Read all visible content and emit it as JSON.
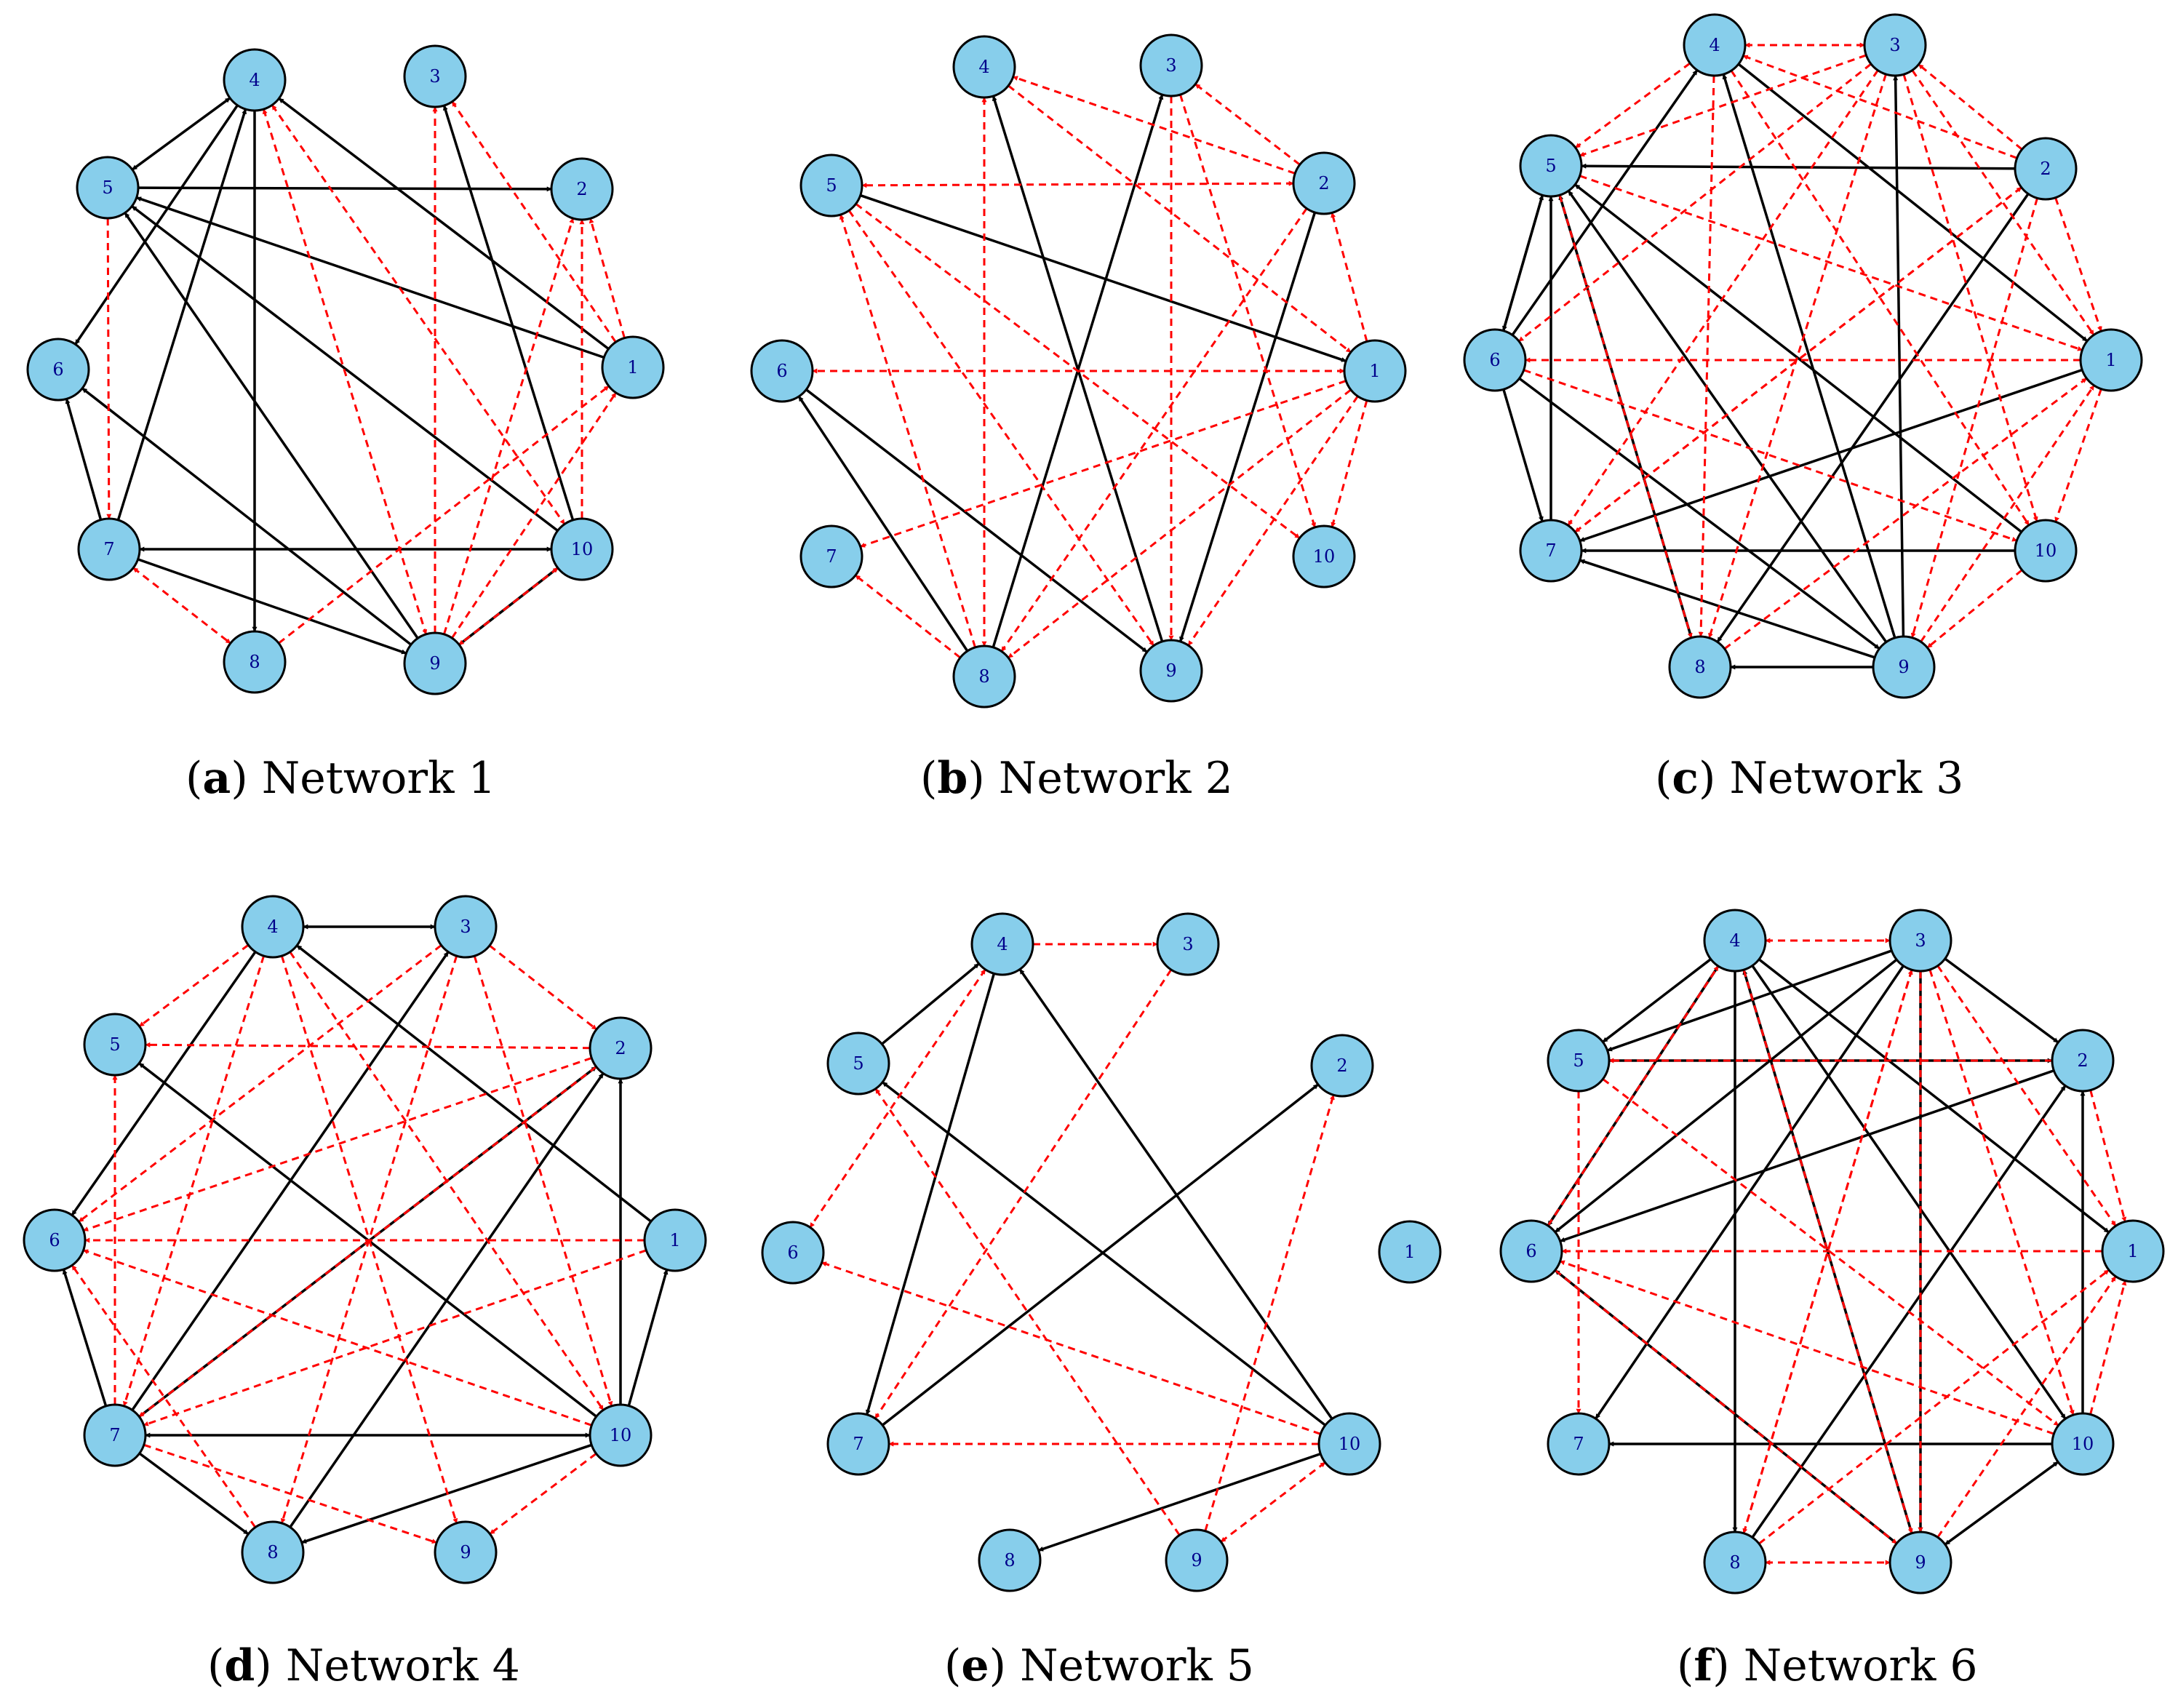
{
  "colors": {
    "node_fill": "#87ceeb",
    "node_label": "#00008b",
    "solid_edge": "#000000",
    "dashed_edge": "#ff0000"
  },
  "panels": [
    {
      "tag": "a",
      "caption": "Network 1",
      "nodes": [
        "1",
        "2",
        "3",
        "4",
        "5",
        "6",
        "7",
        "8",
        "9",
        "10"
      ],
      "solid": [
        [
          "5",
          "4",
          "both"
        ],
        [
          "4",
          "6",
          "fwd"
        ],
        [
          "7",
          "4",
          "fwd"
        ],
        [
          "4",
          "8",
          "fwd"
        ],
        [
          "1",
          "4",
          "fwd"
        ],
        [
          "5",
          "2",
          "fwd"
        ],
        [
          "1",
          "5",
          "fwd"
        ],
        [
          "10",
          "5",
          "fwd"
        ],
        [
          "9",
          "5",
          "fwd"
        ],
        [
          "10",
          "3",
          "fwd"
        ],
        [
          "7",
          "6",
          "fwd"
        ],
        [
          "9",
          "6",
          "fwd"
        ],
        [
          "7",
          "9",
          "fwd"
        ],
        [
          "7",
          "10",
          "both"
        ],
        [
          "9",
          "10",
          "fwd"
        ]
      ],
      "dashed": [
        [
          "4",
          "9",
          "both"
        ],
        [
          "4",
          "10",
          "both"
        ],
        [
          "5",
          "7",
          "fwd"
        ],
        [
          "9",
          "3",
          "fwd"
        ],
        [
          "1",
          "3",
          "fwd"
        ],
        [
          "1",
          "2",
          "fwd"
        ],
        [
          "10",
          "2",
          "fwd"
        ],
        [
          "9",
          "2",
          "fwd"
        ],
        [
          "8",
          "1",
          "fwd"
        ],
        [
          "9",
          "1",
          "fwd"
        ],
        [
          "7",
          "8",
          "both"
        ],
        [
          "10",
          "9",
          "both"
        ]
      ]
    },
    {
      "tag": "b",
      "caption": "Network 2",
      "nodes": [
        "1",
        "2",
        "3",
        "4",
        "5",
        "6",
        "7",
        "8",
        "9",
        "10"
      ],
      "solid": [
        [
          "5",
          "1",
          "fwd"
        ],
        [
          "8",
          "3",
          "fwd"
        ],
        [
          "9",
          "4",
          "fwd"
        ],
        [
          "8",
          "6",
          "fwd"
        ],
        [
          "6",
          "9",
          "fwd"
        ],
        [
          "2",
          "9",
          "fwd"
        ]
      ],
      "dashed": [
        [
          "2",
          "4",
          "fwd"
        ],
        [
          "2",
          "3",
          "fwd"
        ],
        [
          "2",
          "5",
          "both"
        ],
        [
          "1",
          "6",
          "both"
        ],
        [
          "1",
          "2",
          "fwd"
        ],
        [
          "1",
          "10",
          "fwd"
        ],
        [
          "1",
          "9",
          "fwd"
        ],
        [
          "1",
          "8",
          "fwd"
        ],
        [
          "1",
          "7",
          "fwd"
        ],
        [
          "4",
          "8",
          "both"
        ],
        [
          "8",
          "5",
          "fwd"
        ],
        [
          "8",
          "7",
          "fwd"
        ],
        [
          "5",
          "9",
          "fwd"
        ],
        [
          "5",
          "10",
          "fwd"
        ],
        [
          "3",
          "10",
          "fwd"
        ],
        [
          "4",
          "1",
          "fwd"
        ],
        [
          "3",
          "9",
          "fwd"
        ],
        [
          "2",
          "8",
          "fwd"
        ]
      ]
    },
    {
      "tag": "c",
      "caption": "Network 3",
      "nodes": [
        "1",
        "2",
        "3",
        "4",
        "5",
        "6",
        "7",
        "8",
        "9",
        "10"
      ],
      "solid": [
        [
          "4",
          "1",
          "fwd"
        ],
        [
          "6",
          "4",
          "fwd"
        ],
        [
          "2",
          "5",
          "fwd"
        ],
        [
          "2",
          "8",
          "fwd"
        ],
        [
          "9",
          "3",
          "fwd"
        ],
        [
          "9",
          "4",
          "fwd"
        ],
        [
          "6",
          "5",
          "fwd"
        ],
        [
          "7",
          "5",
          "fwd"
        ],
        [
          "8",
          "5",
          "fwd"
        ],
        [
          "9",
          "5",
          "fwd"
        ],
        [
          "10",
          "5",
          "fwd"
        ],
        [
          "5",
          "6",
          "fwd"
        ],
        [
          "6",
          "7",
          "fwd"
        ],
        [
          "1",
          "7",
          "fwd"
        ],
        [
          "10",
          "7",
          "fwd"
        ],
        [
          "9",
          "7",
          "fwd"
        ],
        [
          "6",
          "9",
          "fwd"
        ],
        [
          "9",
          "8",
          "fwd"
        ]
      ],
      "dashed": [
        [
          "4",
          "3",
          "both"
        ],
        [
          "3",
          "5",
          "fwd"
        ],
        [
          "3",
          "6",
          "fwd"
        ],
        [
          "3",
          "7",
          "fwd"
        ],
        [
          "3",
          "8",
          "fwd"
        ],
        [
          "3",
          "1",
          "fwd"
        ],
        [
          "3",
          "10",
          "fwd"
        ],
        [
          "2",
          "3",
          "fwd"
        ],
        [
          "2",
          "4",
          "fwd"
        ],
        [
          "2",
          "1",
          "fwd"
        ],
        [
          "2",
          "7",
          "fwd"
        ],
        [
          "2",
          "9",
          "fwd"
        ],
        [
          "1",
          "6",
          "fwd"
        ],
        [
          "1",
          "10",
          "fwd"
        ],
        [
          "4",
          "8",
          "fwd"
        ],
        [
          "4",
          "10",
          "fwd"
        ],
        [
          "5",
          "1",
          "fwd"
        ],
        [
          "5",
          "8",
          "fwd"
        ],
        [
          "6",
          "10",
          "fwd"
        ],
        [
          "7",
          "2",
          "fwd"
        ],
        [
          "8",
          "1",
          "fwd"
        ],
        [
          "9",
          "1",
          "fwd"
        ],
        [
          "10",
          "9",
          "fwd"
        ],
        [
          "4",
          "5",
          "fwd"
        ]
      ]
    },
    {
      "tag": "d",
      "caption": "Network 4",
      "nodes": [
        "1",
        "2",
        "3",
        "4",
        "5",
        "6",
        "7",
        "8",
        "9",
        "10"
      ],
      "solid": [
        [
          "4",
          "3",
          "both"
        ],
        [
          "1",
          "4",
          "fwd"
        ],
        [
          "4",
          "6",
          "fwd"
        ],
        [
          "7",
          "3",
          "fwd"
        ],
        [
          "7",
          "2",
          "fwd"
        ],
        [
          "8",
          "2",
          "fwd"
        ],
        [
          "10",
          "5",
          "fwd"
        ],
        [
          "10",
          "2",
          "fwd"
        ],
        [
          "10",
          "1",
          "fwd"
        ],
        [
          "7",
          "6",
          "fwd"
        ],
        [
          "7",
          "10",
          "both"
        ],
        [
          "7",
          "8",
          "fwd"
        ],
        [
          "10",
          "8",
          "fwd"
        ]
      ],
      "dashed": [
        [
          "4",
          "5",
          "fwd"
        ],
        [
          "4",
          "10",
          "fwd"
        ],
        [
          "4",
          "9",
          "fwd"
        ],
        [
          "4",
          "7",
          "fwd"
        ],
        [
          "3",
          "2",
          "fwd"
        ],
        [
          "3",
          "6",
          "fwd"
        ],
        [
          "3",
          "10",
          "fwd"
        ],
        [
          "3",
          "8",
          "fwd"
        ],
        [
          "2",
          "5",
          "fwd"
        ],
        [
          "2",
          "6",
          "fwd"
        ],
        [
          "2",
          "7",
          "fwd"
        ],
        [
          "1",
          "6",
          "fwd"
        ],
        [
          "1",
          "7",
          "fwd"
        ],
        [
          "7",
          "5",
          "fwd"
        ],
        [
          "7",
          "9",
          "fwd"
        ],
        [
          "10",
          "6",
          "fwd"
        ],
        [
          "10",
          "9",
          "fwd"
        ],
        [
          "8",
          "6",
          "fwd"
        ]
      ]
    },
    {
      "tag": "e",
      "caption": "Network 5",
      "nodes": [
        "1",
        "2",
        "3",
        "4",
        "5",
        "6",
        "7",
        "8",
        "9",
        "10"
      ],
      "solid": [
        [
          "5",
          "4",
          "fwd"
        ],
        [
          "4",
          "7",
          "fwd"
        ],
        [
          "10",
          "4",
          "fwd"
        ],
        [
          "10",
          "5",
          "fwd"
        ],
        [
          "7",
          "2",
          "fwd"
        ],
        [
          "10",
          "8",
          "fwd"
        ]
      ],
      "dashed": [
        [
          "4",
          "3",
          "fwd"
        ],
        [
          "4",
          "6",
          "both"
        ],
        [
          "3",
          "7",
          "fwd"
        ],
        [
          "10",
          "6",
          "fwd"
        ],
        [
          "10",
          "7",
          "fwd"
        ],
        [
          "9",
          "5",
          "fwd"
        ],
        [
          "9",
          "2",
          "fwd"
        ],
        [
          "9",
          "10",
          "both"
        ]
      ]
    },
    {
      "tag": "f",
      "caption": "Network 6",
      "nodes": [
        "1",
        "2",
        "3",
        "4",
        "5",
        "6",
        "7",
        "8",
        "9",
        "10"
      ],
      "solid": [
        [
          "4",
          "1",
          "fwd"
        ],
        [
          "4",
          "5",
          "fwd"
        ],
        [
          "4",
          "6",
          "fwd"
        ],
        [
          "4",
          "8",
          "fwd"
        ],
        [
          "4",
          "10",
          "fwd"
        ],
        [
          "3",
          "2",
          "fwd"
        ],
        [
          "3",
          "5",
          "fwd"
        ],
        [
          "3",
          "6",
          "fwd"
        ],
        [
          "3",
          "7",
          "fwd"
        ],
        [
          "3",
          "9",
          "fwd"
        ],
        [
          "5",
          "2",
          "fwd"
        ],
        [
          "2",
          "6",
          "fwd"
        ],
        [
          "10",
          "2",
          "fwd"
        ],
        [
          "8",
          "2",
          "fwd"
        ],
        [
          "9",
          "4",
          "fwd"
        ],
        [
          "10",
          "7",
          "fwd"
        ],
        [
          "9",
          "6",
          "fwd"
        ],
        [
          "10",
          "9",
          "both"
        ]
      ],
      "dashed": [
        [
          "4",
          "3",
          "both"
        ],
        [
          "3",
          "1",
          "fwd"
        ],
        [
          "3",
          "8",
          "fwd"
        ],
        [
          "3",
          "10",
          "fwd"
        ],
        [
          "2",
          "1",
          "fwd"
        ],
        [
          "2",
          "5",
          "fwd"
        ],
        [
          "1",
          "6",
          "fwd"
        ],
        [
          "10",
          "1",
          "fwd"
        ],
        [
          "9",
          "1",
          "fwd"
        ],
        [
          "5",
          "7",
          "fwd"
        ],
        [
          "5",
          "10",
          "fwd"
        ],
        [
          "6",
          "9",
          "fwd"
        ],
        [
          "10",
          "6",
          "fwd"
        ],
        [
          "8",
          "9",
          "both"
        ],
        [
          "8",
          "1",
          "fwd"
        ],
        [
          "4",
          "9",
          "fwd"
        ],
        [
          "3",
          "9",
          "fwd"
        ],
        [
          "8",
          "3",
          "fwd"
        ],
        [
          "6",
          "4",
          "fwd"
        ]
      ]
    }
  ]
}
